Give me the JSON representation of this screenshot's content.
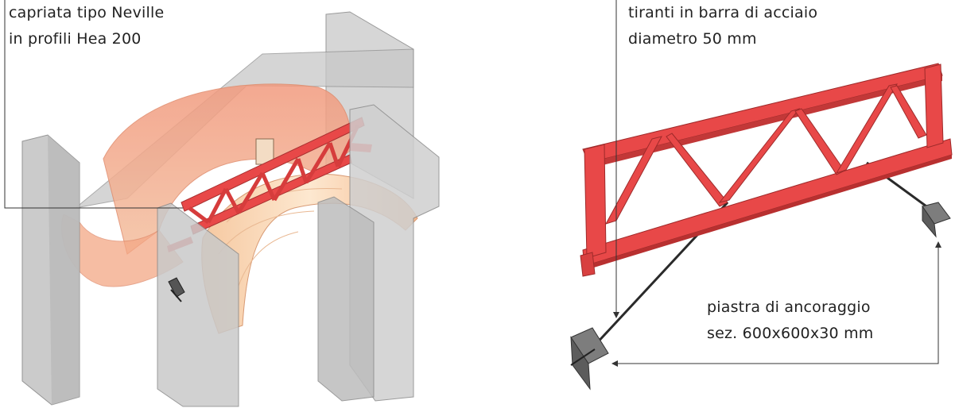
{
  "labels": {
    "truss": {
      "line1": "capriata tipo Neville",
      "line2": "in profili Hea 200"
    },
    "rods": {
      "line1": "tiranti in barra di acciaio",
      "line2": "diametro 50 mm"
    },
    "plate": {
      "line1": "piastra di ancoraggio",
      "line2": "sez. 600x600x30 mm"
    }
  },
  "colors": {
    "truss_red": "#e84848",
    "truss_dark": "#b83030",
    "vault_orange": "#f7b590",
    "vault_light": "#fbe3c6",
    "wall_gray": "#c9c9c9",
    "wall_dark": "#9a9a9a",
    "leader_line": "#333333",
    "plate_gray": "#7d7d7d"
  }
}
